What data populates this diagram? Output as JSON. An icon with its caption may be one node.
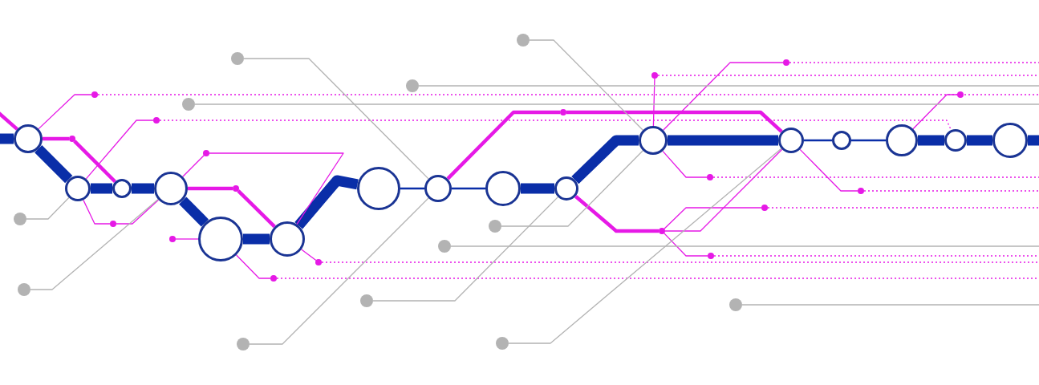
{
  "diagram": {
    "nodes": [
      {
        "text": [],
        "shape": "circle"
      },
      {
        "text": [],
        "shape": "circle"
      },
      {
        "text": [],
        "shape": "circle"
      },
      {
        "text": [],
        "shape": "circle"
      },
      {
        "text": [],
        "shape": "circle"
      },
      {
        "text": [],
        "shape": "circle"
      },
      {
        "text": [],
        "shape": "circle"
      },
      {
        "text": [],
        "shape": "circle"
      },
      {
        "text": [],
        "shape": "circle"
      },
      {
        "text": [],
        "shape": "circle"
      },
      {
        "text": [],
        "shape": "circle"
      },
      {
        "text": [],
        "shape": "circle"
      },
      {
        "text": [],
        "shape": "circle"
      },
      {
        "text": [],
        "shape": "circle"
      },
      {
        "text": [],
        "shape": "circle"
      },
      {
        "text": [],
        "shape": "circle"
      },
      {
        "text": [],
        "shape": "circle"
      },
      {
        "text": [],
        "shape": "circle"
      },
      {
        "text": [],
        "shape": "circle"
      },
      {
        "text": [],
        "shape": "circle"
      },
      {
        "text": [],
        "shape": "circle"
      },
      {
        "text": [],
        "shape": "circle"
      },
      {
        "text": [],
        "shape": "circle"
      },
      {
        "text": [],
        "shape": "circle"
      },
      {
        "text": [],
        "shape": "circle"
      },
      {
        "text": [],
        "shape": "circle"
      },
      {
        "text": [],
        "shape": "circle"
      },
      {
        "text": [],
        "shape": "circle"
      },
      {
        "text": [],
        "shape": "circle"
      },
      {
        "text": [],
        "shape": "circle"
      },
      {
        "text": [],
        "shape": "circle"
      },
      {
        "text": [],
        "shape": "circle"
      },
      {
        "text": [],
        "shape": "circle"
      },
      {
        "text": [],
        "shape": "circle"
      },
      {
        "text": [],
        "shape": "circle"
      },
      {
        "text": [],
        "shape": "circle"
      },
      {
        "text": [],
        "shape": "circle"
      },
      {
        "text": [],
        "shape": "circle"
      },
      {
        "text": [],
        "shape": "circle"
      },
      {
        "text": [],
        "shape": "circle"
      },
      {
        "text": [],
        "shape": "circle"
      },
      {
        "text": [],
        "shape": "circle"
      },
      {
        "text": [],
        "shape": "circle"
      },
      {
        "text": [],
        "shape": "circle"
      },
      {
        "text": [],
        "shape": "circle"
      },
      {
        "text": [],
        "shape": "circle"
      }
    ],
    "edges": [
      {
        "from": null,
        "to": 0,
        "arrow": "none",
        "style": "thick",
        "color": "#0a2ea8"
      },
      {
        "from": 0,
        "to": 1,
        "arrow": "none",
        "style": "thick",
        "color": "#0a2ea8"
      },
      {
        "from": 1,
        "to": 2,
        "arrow": "none",
        "style": "thick",
        "color": "#0a2ea8"
      },
      {
        "from": 2,
        "to": 3,
        "arrow": "none",
        "style": "thick",
        "color": "#0a2ea8"
      },
      {
        "from": 3,
        "to": 4,
        "arrow": "none",
        "style": "thick",
        "color": "#0a2ea8"
      },
      {
        "from": 4,
        "to": 5,
        "arrow": "none",
        "style": "thick",
        "color": "#0a2ea8"
      },
      {
        "from": 5,
        "to": 6,
        "arrow": "none",
        "style": "thick",
        "color": "#0a2ea8"
      },
      {
        "from": 6,
        "to": 7,
        "arrow": "none",
        "color": "#0a2ea8"
      },
      {
        "from": 7,
        "to": 8,
        "arrow": "none",
        "color": "#0a2ea8"
      },
      {
        "from": 8,
        "to": 9,
        "arrow": "none",
        "style": "thick",
        "color": "#0a2ea8"
      },
      {
        "from": 9,
        "to": 10,
        "arrow": "none",
        "style": "thick",
        "color": "#0a2ea8"
      },
      {
        "from": 10,
        "to": 11,
        "arrow": "none",
        "style": "thick",
        "color": "#0a2ea8"
      },
      {
        "from": 11,
        "to": 12,
        "arrow": "none",
        "color": "#0a2ea8"
      },
      {
        "from": 12,
        "to": 13,
        "arrow": "none",
        "color": "#0a2ea8"
      },
      {
        "from": 13,
        "to": 14,
        "arrow": "none",
        "style": "thick",
        "color": "#0a2ea8"
      },
      {
        "from": 14,
        "to": 15,
        "arrow": "none",
        "style": "thick",
        "color": "#0a2ea8"
      },
      {
        "from": 15,
        "to": null,
        "arrow": "none",
        "style": "thick",
        "color": "#0a2ea8"
      },
      {
        "from": null,
        "to": 0,
        "arrow": "none",
        "style": "thick",
        "color": "#e619e6"
      },
      {
        "from": 0,
        "to": 29,
        "arrow": "none",
        "style": "thick",
        "color": "#e619e6"
      },
      {
        "from": 29,
        "to": 2,
        "arrow": "none",
        "style": "thick",
        "color": "#e619e6"
      },
      {
        "from": 0,
        "to": 28,
        "arrow": "none",
        "color": "#e619e6"
      },
      {
        "from": 28,
        "to": null,
        "arrow": "none",
        "style": "dashed",
        "color": "#e619e6"
      },
      {
        "from": 1,
        "to": 30,
        "arrow": "none",
        "color": "#e619e6"
      },
      {
        "from": 30,
        "to": 14,
        "arrow": "none",
        "style": "dashed",
        "color": "#e619e6"
      },
      {
        "from": 3,
        "to": 31,
        "arrow": "none",
        "color": "#e619e6"
      },
      {
        "from": 31,
        "to": 5,
        "arrow": "none",
        "color": "#e619e6"
      },
      {
        "from": 3,
        "to": 32,
        "arrow": "none",
        "style": "thick",
        "color": "#e619e6"
      },
      {
        "from": 32,
        "to": 5,
        "arrow": "none",
        "style": "thick",
        "color": "#e619e6"
      },
      {
        "from": 1,
        "to": 33,
        "arrow": "none",
        "color": "#e619e6"
      },
      {
        "from": 33,
        "to": 3,
        "arrow": "none",
        "color": "#e619e6"
      },
      {
        "from": 34,
        "to": 4,
        "arrow": "none",
        "color": "#e619e6"
      },
      {
        "from": 5,
        "to": 35,
        "arrow": "none",
        "color": "#e619e6"
      },
      {
        "from": 35,
        "to": null,
        "arrow": "none",
        "style": "dashed",
        "color": "#e619e6"
      },
      {
        "from": 4,
        "to": 36,
        "arrow": "none",
        "color": "#e619e6"
      },
      {
        "from": 36,
        "to": null,
        "arrow": "none",
        "style": "dashed",
        "color": "#e619e6"
      },
      {
        "from": 7,
        "to": 37,
        "arrow": "none",
        "style": "thick",
        "color": "#e619e6"
      },
      {
        "from": 37,
        "to": 11,
        "arrow": "none",
        "style": "thick",
        "color": "#e619e6"
      },
      {
        "from": 10,
        "to": 38,
        "arrow": "none",
        "color": "#e619e6"
      },
      {
        "from": 38,
        "to": null,
        "arrow": "none",
        "style": "dashed",
        "color": "#e619e6"
      },
      {
        "from": 10,
        "to": 39,
        "arrow": "none",
        "color": "#e619e6"
      },
      {
        "from": 39,
        "to": null,
        "arrow": "none",
        "style": "dashed",
        "color": "#e619e6"
      },
      {
        "from": 10,
        "to": 40,
        "arrow": "none",
        "color": "#e619e6"
      },
      {
        "from": 40,
        "to": null,
        "arrow": "none",
        "style": "dashed",
        "color": "#e619e6"
      },
      {
        "from": 11,
        "to": 41,
        "arrow": "none",
        "color": "#e619e6"
      },
      {
        "from": 41,
        "to": null,
        "arrow": "none",
        "style": "dashed",
        "color": "#e619e6"
      },
      {
        "from": 13,
        "to": 42,
        "arrow": "none",
        "color": "#e619e6"
      },
      {
        "from": 9,
        "to": 44,
        "arrow": "none",
        "style": "thick",
        "color": "#e619e6"
      },
      {
        "from": 44,
        "to": 11,
        "arrow": "none",
        "color": "#e619e6"
      },
      {
        "from": 44,
        "to": 43,
        "arrow": "none",
        "color": "#e619e6"
      },
      {
        "from": 43,
        "to": null,
        "arrow": "none",
        "style": "dashed",
        "color": "#e619e6"
      },
      {
        "from": 44,
        "to": 45,
        "arrow": "none",
        "color": "#e619e6"
      },
      {
        "from": 45,
        "to": null,
        "arrow": "none",
        "style": "dashed",
        "color": "#e619e6"
      },
      {
        "from": 16,
        "to": 7,
        "arrow": "none",
        "color": "#b3b3b3"
      },
      {
        "from": 17,
        "to": null,
        "arrow": "none",
        "color": "#b3b3b3"
      },
      {
        "from": 18,
        "to": null,
        "arrow": "none",
        "color": "#b3b3b3"
      },
      {
        "from": 19,
        "to": 10,
        "arrow": "none",
        "color": "#b3b3b3"
      },
      {
        "from": 20,
        "to": 1,
        "arrow": "none",
        "color": "#b3b3b3"
      },
      {
        "from": 21,
        "to": 3,
        "arrow": "none",
        "color": "#b3b3b3"
      },
      {
        "from": 22,
        "to": 7,
        "arrow": "none",
        "color": "#b3b3b3"
      },
      {
        "from": 23,
        "to": 9,
        "arrow": "none",
        "color": "#b3b3b3"
      },
      {
        "from": 24,
        "to": null,
        "arrow": "none",
        "color": "#b3b3b3"
      },
      {
        "from": 25,
        "to": 10,
        "arrow": "none",
        "color": "#b3b3b3"
      },
      {
        "from": 26,
        "to": 11,
        "arrow": "none",
        "color": "#b3b3b3"
      },
      {
        "from": 27,
        "to": null,
        "arrow": "none",
        "color": "#b3b3b3"
      }
    ]
  }
}
